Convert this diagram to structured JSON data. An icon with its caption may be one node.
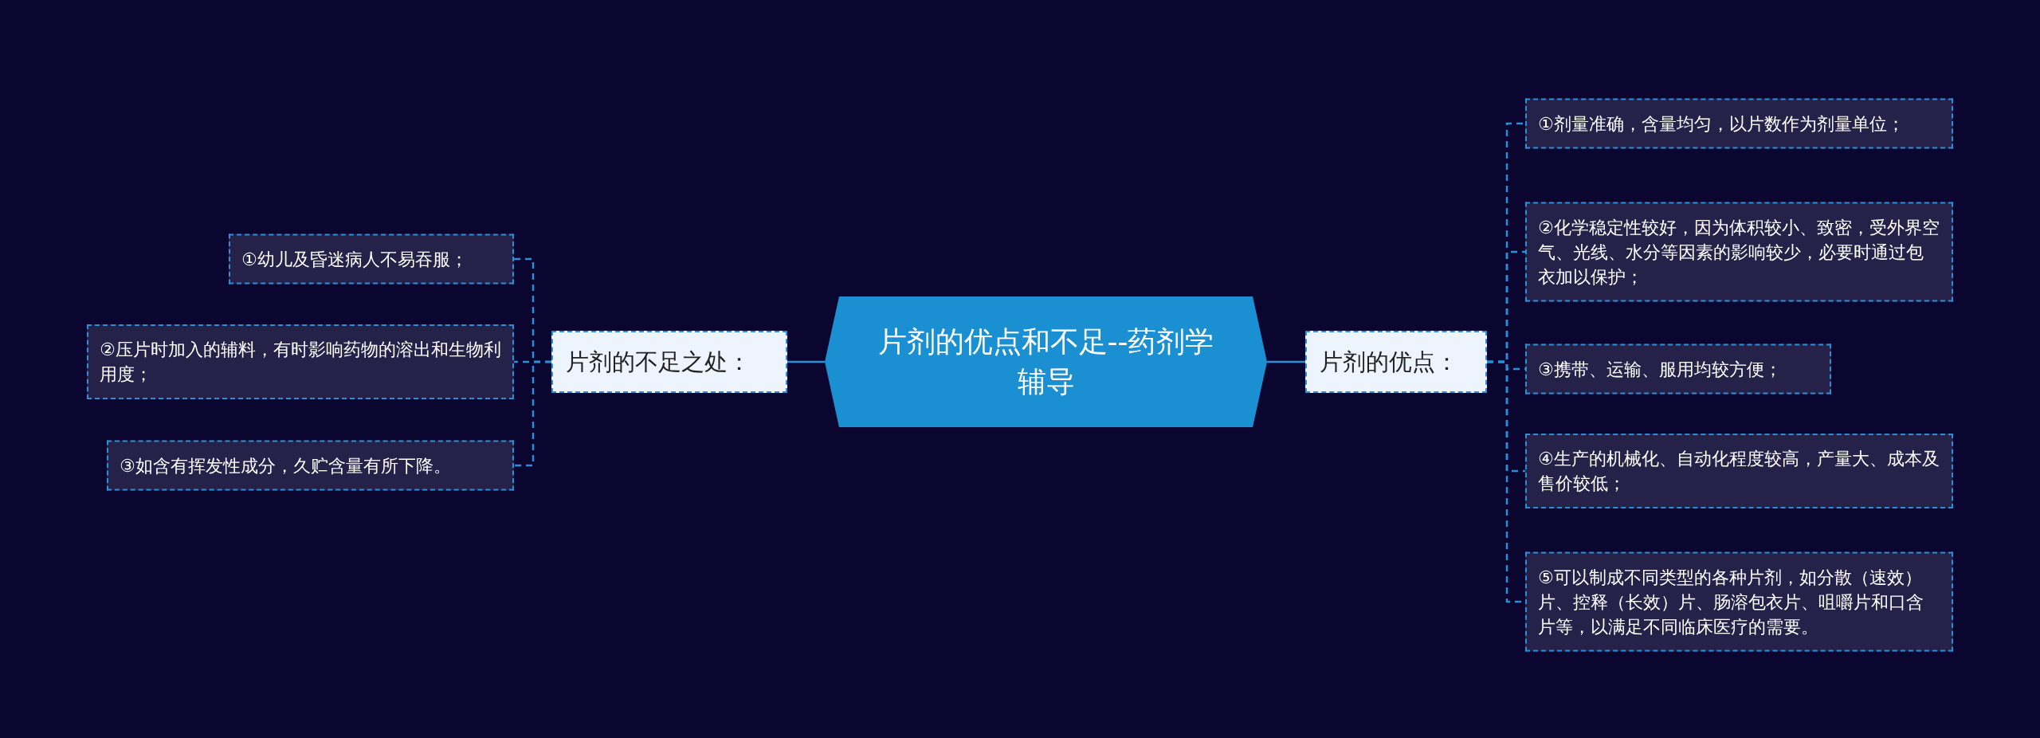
{
  "diagram": {
    "nodes": [
      {
        "text": [
          "片剂的优点和不足--药剂学辅导"
        ]
      },
      {
        "text": [
          "片剂的不足之处："
        ]
      },
      {
        "text": [
          "①幼儿及昏迷病人不易吞服；"
        ]
      },
      {
        "text": [
          "②压片时加入的辅料，有时影响药物的溶出和生物利用度；"
        ]
      },
      {
        "text": [
          "③如含有挥发性成分，久贮含量有所下降。"
        ]
      },
      {
        "text": [
          "片剂的优点："
        ]
      },
      {
        "text": [
          "①剂量准确，含量均匀，以片数作为剂量单位；"
        ]
      },
      {
        "text": [
          "②化学稳定性较好，因为体积较小、致密，受外界空气、光线、水分等因素的影响较少，必要时通过包衣加以保护；"
        ]
      },
      {
        "text": [
          "③携带、运输、服用均较方便；"
        ]
      },
      {
        "text": [
          "④生产的机械化、自动化程度较高，产量大、成本及售价较低；"
        ]
      },
      {
        "text": [
          "⑤可以制成不同类型的各种片剂，如分散（速效）片、控释（长效）片、肠溶包衣片、咀嚼片和口含片等，以满足不同临床医疗的需要。"
        ]
      }
    ],
    "edges": [
      {
        "from": 0,
        "to": 1,
        "arrow": "none"
      },
      {
        "from": 1,
        "to": 2,
        "arrow": "none",
        "style": "dashed"
      },
      {
        "from": 1,
        "to": 3,
        "arrow": "none",
        "style": "dashed"
      },
      {
        "from": 1,
        "to": 4,
        "arrow": "none",
        "style": "dashed"
      },
      {
        "from": 0,
        "to": 5,
        "arrow": "none"
      },
      {
        "from": 5,
        "to": 6,
        "arrow": "none",
        "style": "dashed"
      },
      {
        "from": 5,
        "to": 7,
        "arrow": "none",
        "style": "dashed"
      },
      {
        "from": 5,
        "to": 8,
        "arrow": "none",
        "style": "dashed"
      },
      {
        "from": 5,
        "to": 9,
        "arrow": "none",
        "style": "dashed"
      },
      {
        "from": 5,
        "to": 10,
        "arrow": "none",
        "style": "dashed"
      }
    ]
  }
}
